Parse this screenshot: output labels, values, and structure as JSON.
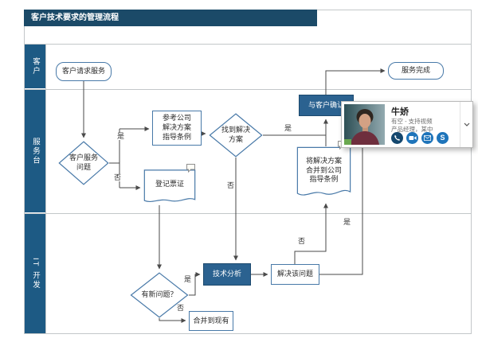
{
  "title": "客户技术要求的管理流程",
  "lanes": {
    "l1": "客户",
    "l2": "服务台",
    "l3": "IT 开发"
  },
  "nodes": {
    "request": "客户请求服务",
    "complete": "服务完成",
    "issue": "客户服务问题",
    "refer": "参考公司解决方案指导条例",
    "found": "找到解决方案",
    "ticket": "登记票证",
    "confirm": "与客户确认",
    "merge_doc": "将解决方案合并到公司指导条例",
    "new_issue": "有新问题？",
    "analysis": "技术分析",
    "solve": "解决该问题",
    "merge_existing": "合并到现有"
  },
  "labels": {
    "yes": "是",
    "no": "否"
  },
  "contact_card": {
    "name": "牛娇",
    "status": "有空 - 支持视频",
    "role": "产品经理，某中",
    "icons": [
      "phone-icon",
      "video-icon",
      "mail-icon",
      "skype-icon",
      "chevron-down-icon"
    ]
  },
  "colors": {
    "header": "#1b4a68",
    "lane": "#1d5a84",
    "shapeBorder": "#4879a8",
    "filledShape": "#2b6290",
    "connector": "#4a4a4a"
  }
}
